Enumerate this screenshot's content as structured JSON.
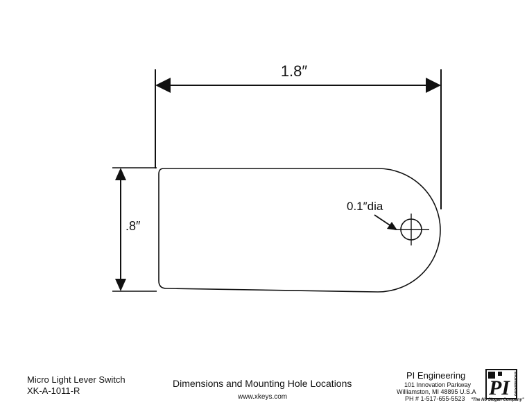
{
  "drawing": {
    "width_dimension": "1.8″",
    "height_dimension": ".8″",
    "hole_label": "0.1″dia"
  },
  "title_block": {
    "part_name": "Micro Light Lever Switch",
    "part_number": "XK-A-1011-R",
    "document_title": "Dimensions and Mounting Hole Locations",
    "website": "www.xkeys.com",
    "company": "PI Engineering",
    "address_line1": "101 Innovation Parkway",
    "address_line2": "Williamston, MI 48895 U.S.A",
    "phone": "PH # 1-517-655-5523",
    "logo_text": "PI",
    "logo_side_text": "ENGINEERING",
    "slogan": "\"The No Slogan Company\""
  }
}
